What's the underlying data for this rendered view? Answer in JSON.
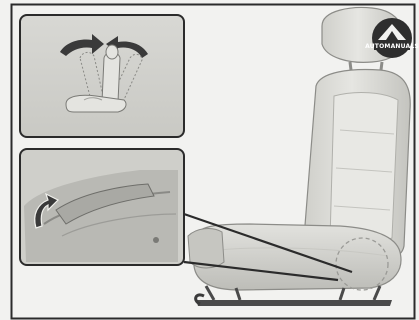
{
  "illustration": {
    "subject": "seat-recline-adjustment",
    "insets": [
      {
        "name": "recline-diagram"
      },
      {
        "name": "recline-lever-closeup"
      }
    ]
  },
  "watermark": {
    "text": "AUTOMANUALS"
  },
  "colors": {
    "background": "#f2f2f0",
    "panel": "#dcdcd8",
    "border": "#2b2b2b",
    "seat_light": "#e2e2de",
    "seat_shade": "#bdbdb8",
    "dark": "#3a3a3a"
  }
}
